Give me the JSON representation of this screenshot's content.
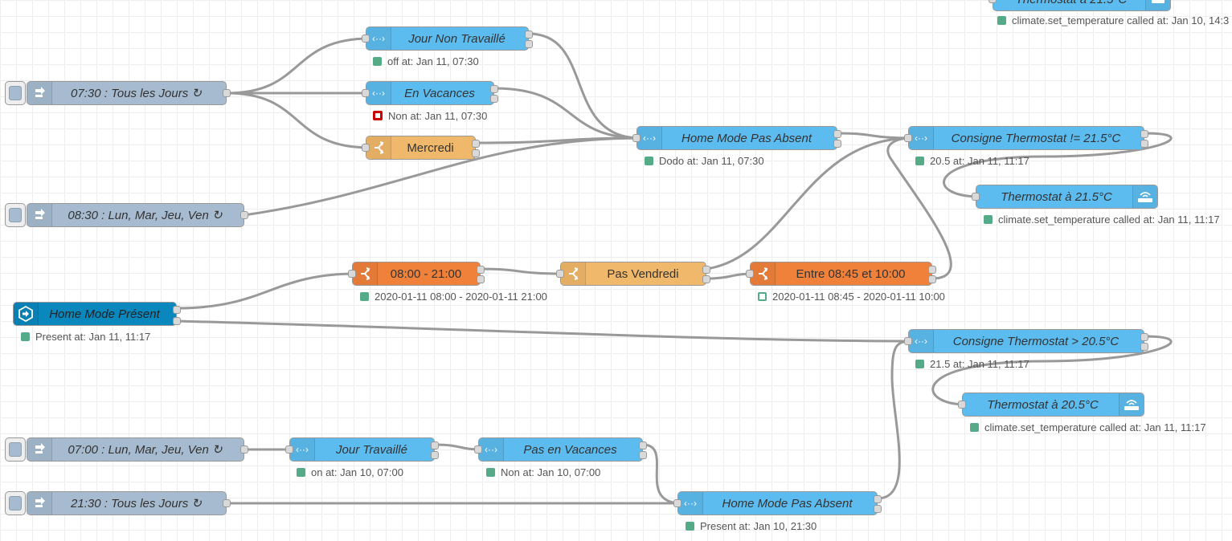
{
  "colors": {
    "inject": "#a6bbcf",
    "api": "#5cbcef",
    "switch": "#f0b86a",
    "time_range": "#f0813a",
    "event_state": "#0a87bd",
    "wire": "#999999",
    "status_green": "#55aa88",
    "status_red": "#cc0000"
  },
  "nodes": {
    "top_partial": {
      "label": "Thermostat à 21.5°C",
      "status": "climate.set_temperature called at: Jan 10, 14:3",
      "icon": "router-icon"
    },
    "inject_0730": {
      "label": "07:30 : Tous les Jours ↻",
      "icon": "inject-arrow-icon"
    },
    "jour_non_travaille": {
      "label": "Jour Non Travaillé",
      "status": "off at: Jan 11, 07:30",
      "icon": "api-arrows-icon"
    },
    "en_vacances": {
      "label": "En Vacances",
      "status": "Non at: Jan 11, 07:30",
      "icon": "api-arrows-icon"
    },
    "mercredi": {
      "label": "Mercredi",
      "icon": "switch-icon"
    },
    "inject_0830": {
      "label": "08:30 : Lun, Mar, Jeu, Ven ↻",
      "icon": "inject-arrow-icon"
    },
    "home_mode_absent_1": {
      "label": "Home Mode Pas Absent",
      "status": "Dodo at: Jan 11, 07:30",
      "icon": "api-arrows-icon"
    },
    "consigne_ne": {
      "label": "Consigne Thermostat != 21.5°C",
      "status": "20.5 at: Jan 11, 11:17",
      "icon": "api-arrows-icon"
    },
    "thermostat_215": {
      "label": "Thermostat à 21.5°C",
      "status": "climate.set_temperature called at: Jan 11, 11:17",
      "icon": "router-icon"
    },
    "time_0800": {
      "label": "08:00 - 21:00",
      "status": "2020-01-11 08:00 - 2020-01-11 21:00",
      "icon": "switch-icon"
    },
    "pas_vendredi": {
      "label": "Pas Vendredi",
      "icon": "switch-icon"
    },
    "time_0845": {
      "label": "Entre 08:45 et 10:00",
      "status": "2020-01-11 08:45 - 2020-01-11 10:00",
      "icon": "switch-icon"
    },
    "home_mode_present": {
      "label": "Home Mode Présent",
      "status": "Present at: Jan 11, 11:17",
      "icon": "event-state-icon"
    },
    "consigne_gt": {
      "label": "Consigne Thermostat > 20.5°C",
      "status": "21.5 at: Jan 11, 11:17",
      "icon": "api-arrows-icon"
    },
    "thermostat_205": {
      "label": "Thermostat à 20.5°C",
      "status": "climate.set_temperature called at: Jan 11, 11:17",
      "icon": "router-icon"
    },
    "inject_0700": {
      "label": "07:00 : Lun, Mar, Jeu, Ven ↻",
      "icon": "inject-arrow-icon"
    },
    "jour_travaille": {
      "label": "Jour Travaillé",
      "status": "on at: Jan 10, 07:00",
      "icon": "api-arrows-icon"
    },
    "pas_en_vacances": {
      "label": "Pas en Vacances",
      "status": "Non at: Jan 10, 07:00",
      "icon": "api-arrows-icon"
    },
    "inject_2130": {
      "label": "21:30 : Tous les Jours ↻",
      "icon": "inject-arrow-icon"
    },
    "home_mode_absent_2": {
      "label": "Home Mode Pas Absent",
      "status": "Present at: Jan 10, 21:30",
      "icon": "api-arrows-icon"
    }
  }
}
